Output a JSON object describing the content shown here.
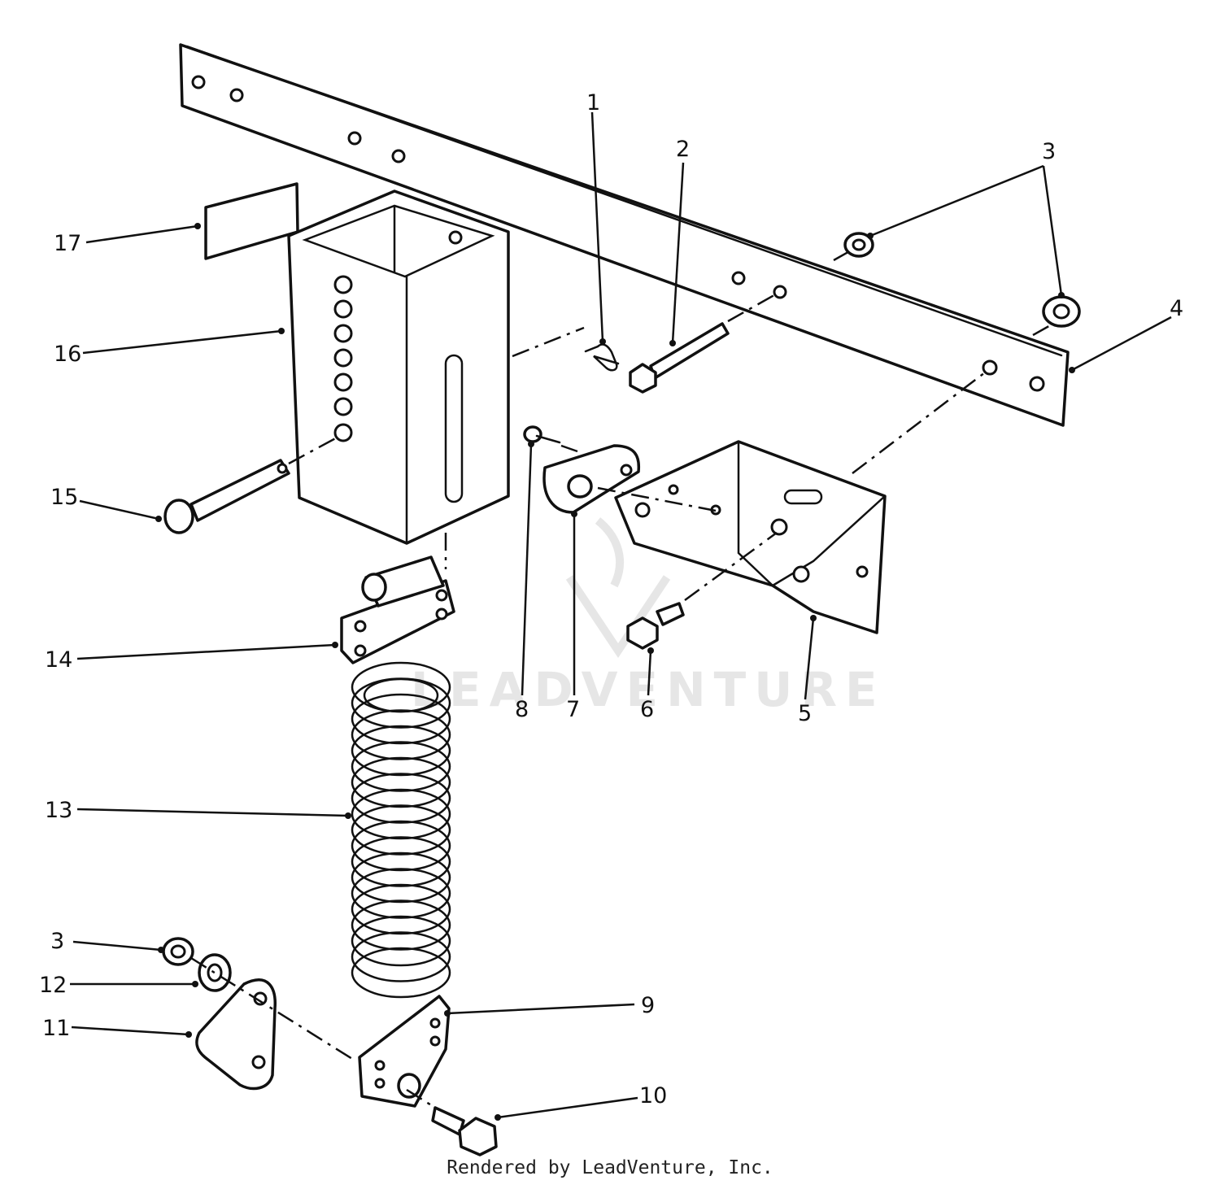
{
  "callouts": [
    {
      "id": "1",
      "label": "1"
    },
    {
      "id": "2",
      "label": "2"
    },
    {
      "id": "3a",
      "label": "3"
    },
    {
      "id": "4",
      "label": "4"
    },
    {
      "id": "5",
      "label": "5"
    },
    {
      "id": "6",
      "label": "6"
    },
    {
      "id": "7",
      "label": "7"
    },
    {
      "id": "8",
      "label": "8"
    },
    {
      "id": "9",
      "label": "9"
    },
    {
      "id": "10",
      "label": "10"
    },
    {
      "id": "11",
      "label": "11"
    },
    {
      "id": "12",
      "label": "12"
    },
    {
      "id": "3b",
      "label": "3"
    },
    {
      "id": "13",
      "label": "13"
    },
    {
      "id": "14",
      "label": "14"
    },
    {
      "id": "15",
      "label": "15"
    },
    {
      "id": "16",
      "label": "16"
    },
    {
      "id": "17",
      "label": "17"
    }
  ],
  "watermark": {
    "text": "LEADVENTURE"
  },
  "footer": {
    "text": "Rendered by LeadVenture, Inc."
  }
}
